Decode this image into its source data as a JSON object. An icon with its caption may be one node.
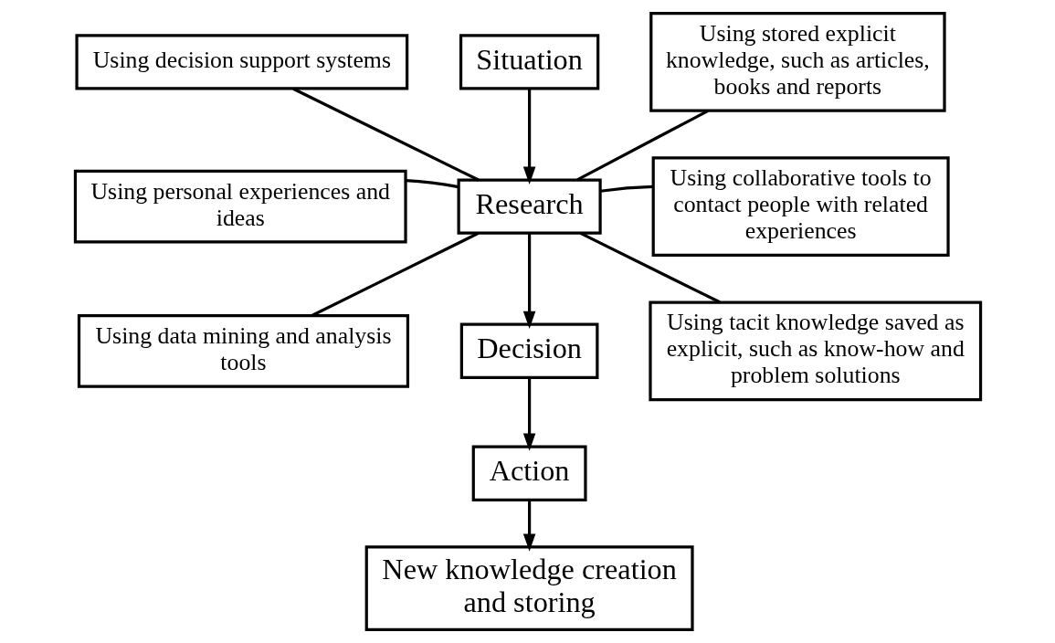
{
  "diagram": {
    "nodes": [
      {
        "text": [
          "Situation"
        ]
      },
      {
        "text": [
          "Research"
        ]
      },
      {
        "text": [
          "Decision"
        ]
      },
      {
        "text": [
          "Action"
        ]
      },
      {
        "text": [
          "New knowledge creation and storing"
        ]
      },
      {
        "text": [
          "Using decision support systems"
        ]
      },
      {
        "text": [
          "Using personal experiences and ideas"
        ]
      },
      {
        "text": [
          "Using data mining and analysis tools"
        ]
      },
      {
        "text": [
          "Using stored explicit knowledge, such as articles, books and reports"
        ]
      },
      {
        "text": [
          "Using collaborative tools to contact people with related experiences"
        ]
      },
      {
        "text": [
          "Using tacit knowledge saved as explicit, such as know-how and problem solutions"
        ]
      }
    ],
    "edges": [
      {
        "from": 0,
        "to": 1,
        "arrow": "to"
      },
      {
        "from": 1,
        "to": 2,
        "arrow": "to"
      },
      {
        "from": 2,
        "to": 3,
        "arrow": "to"
      },
      {
        "from": 3,
        "to": 4,
        "arrow": "to"
      },
      {
        "from": 5,
        "to": 1,
        "arrow": "none"
      },
      {
        "from": 6,
        "to": 1,
        "arrow": "none"
      },
      {
        "from": 7,
        "to": 1,
        "arrow": "none"
      },
      {
        "from": 8,
        "to": 1,
        "arrow": "none"
      },
      {
        "from": 9,
        "to": 1,
        "arrow": "none"
      },
      {
        "from": 10,
        "to": 1,
        "arrow": "none"
      }
    ]
  }
}
